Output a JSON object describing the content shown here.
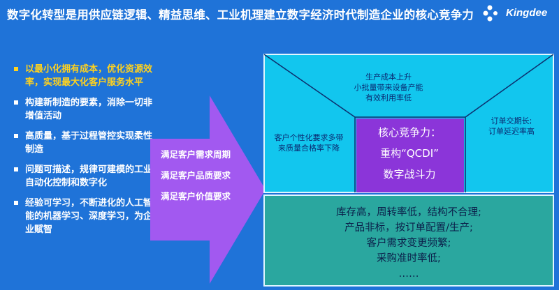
{
  "title": "数字化转型是用供应链逻辑、精益思维、工业机理建立数字经济时代制造企业的核心竞争力",
  "logo": {
    "text": "Kingdee",
    "color": "#ffffff"
  },
  "colors": {
    "background": "#1f73d8",
    "highlight": "#ffd21e",
    "arrow": "#a259f0",
    "box_cyan": "#12c6ee",
    "box_teal": "#2aa79f",
    "core_purple": "#8b35d9"
  },
  "bullets": [
    {
      "text": "以最小化拥有成本，优化资源效率，实现最大化客户服务水平",
      "active": true
    },
    {
      "text": "构建新制造的要素，消除一切非增值活动",
      "active": false
    },
    {
      "text": "高质量，基于过程管控实现柔性制造",
      "active": false
    },
    {
      "text": "问题可描述，规律可建模的工业自动化控制和数字化",
      "active": false
    },
    {
      "text": "经验可学习，不断进化的人工智能的机器学习、深度学习，为企业赋智",
      "active": false
    }
  ],
  "arrow_labels": [
    "满足客户需求周期",
    "满足客户品质要求",
    "满足客户价值要求"
  ],
  "diagram": {
    "top": [
      "生产成本上升",
      "小批量带来设备产能",
      "有效利用率低"
    ],
    "left": [
      "客户个性化要求多带",
      "来质量合格率下降"
    ],
    "right": [
      "订单交期长;",
      "订单延迟率高"
    ],
    "core": [
      "核心竞争力：",
      "重构“QCDI”",
      "数字战斗力"
    ],
    "bottom": [
      "库存高，周转率低，结构不合理;",
      "产品非标，按订单配置/生产;",
      "客户需求变更频繁;",
      "采购准时率低;",
      "……"
    ]
  }
}
